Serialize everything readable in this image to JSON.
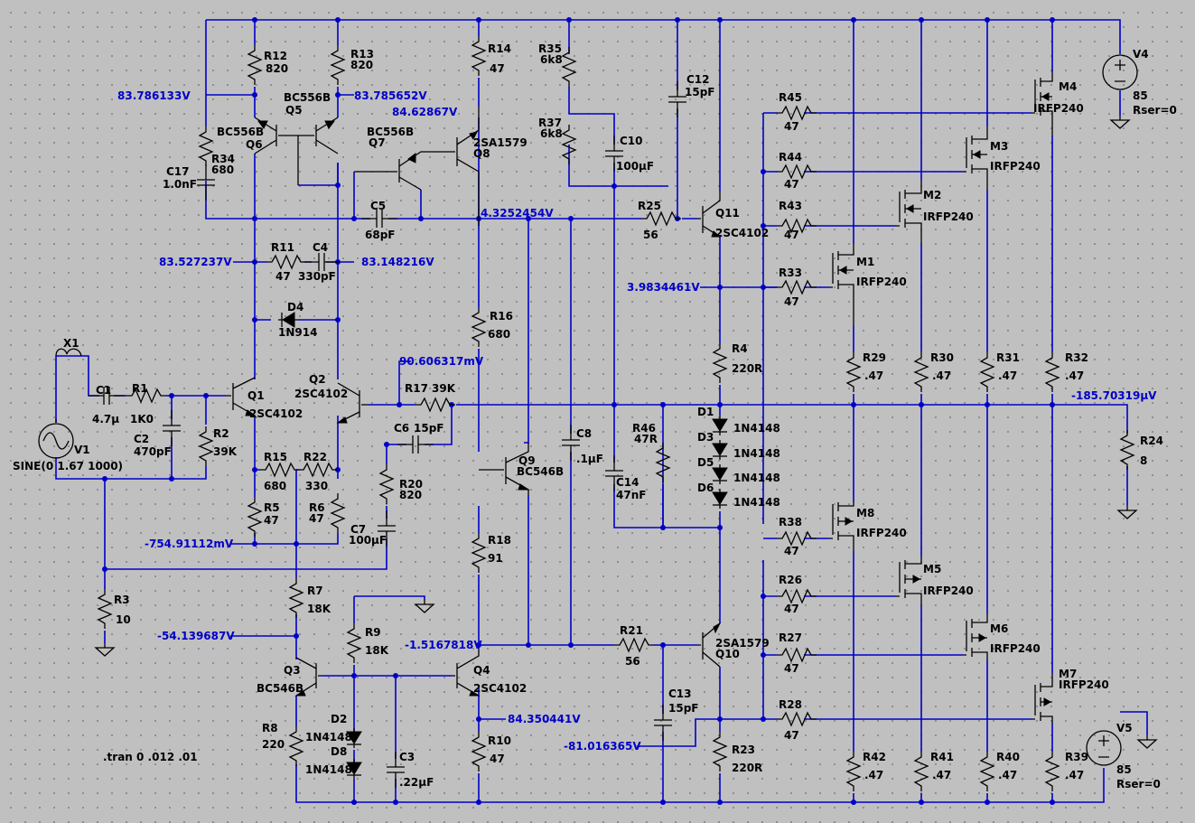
{
  "schematic": {
    "directive": ".tran 0 .012 .01",
    "supplies": [
      {
        "ref": "V4",
        "value": "85",
        "rser": "Rser=0"
      },
      {
        "ref": "V5",
        "value": "85",
        "rser": "Rser=0"
      },
      {
        "ref": "V1",
        "value": "SINE(0 1.67 1000)"
      }
    ],
    "port_label": "X1",
    "resistors": [
      {
        "ref": "R12",
        "value": "820"
      },
      {
        "ref": "R13",
        "value": "820"
      },
      {
        "ref": "R14",
        "value": "47"
      },
      {
        "ref": "R35",
        "value": "6k8"
      },
      {
        "ref": "R37",
        "value": "6k8"
      },
      {
        "ref": "R34",
        "value": "680"
      },
      {
        "ref": "R11",
        "value": "47"
      },
      {
        "ref": "R16",
        "value": "680"
      },
      {
        "ref": "R25",
        "value": "56"
      },
      {
        "ref": "R45",
        "value": "47"
      },
      {
        "ref": "R44",
        "value": "47"
      },
      {
        "ref": "R43",
        "value": "47"
      },
      {
        "ref": "R33",
        "value": "47"
      },
      {
        "ref": "R4",
        "value": "220R"
      },
      {
        "ref": "R29",
        "value": ".47"
      },
      {
        "ref": "R30",
        "value": ".47"
      },
      {
        "ref": "R31",
        "value": ".47"
      },
      {
        "ref": "R32",
        "value": ".47"
      },
      {
        "ref": "R1",
        "value": "1K0"
      },
      {
        "ref": "R2",
        "value": "39K"
      },
      {
        "ref": "R17",
        "value": "39K"
      },
      {
        "ref": "R46",
        "value": "47R"
      },
      {
        "ref": "R24",
        "value": "8"
      },
      {
        "ref": "R15",
        "value": "680"
      },
      {
        "ref": "R22",
        "value": "330"
      },
      {
        "ref": "R5",
        "value": "47"
      },
      {
        "ref": "R6",
        "value": "47"
      },
      {
        "ref": "R20",
        "value": "820"
      },
      {
        "ref": "R18",
        "value": "91"
      },
      {
        "ref": "R3",
        "value": "10"
      },
      {
        "ref": "R7",
        "value": "18K"
      },
      {
        "ref": "R9",
        "value": "18K"
      },
      {
        "ref": "R21",
        "value": "56"
      },
      {
        "ref": "R38",
        "value": "47"
      },
      {
        "ref": "R26",
        "value": "47"
      },
      {
        "ref": "R27",
        "value": "47"
      },
      {
        "ref": "R28",
        "value": "47"
      },
      {
        "ref": "R8",
        "value": "220"
      },
      {
        "ref": "R10",
        "value": "47"
      },
      {
        "ref": "R23",
        "value": "220R"
      },
      {
        "ref": "R42",
        "value": ".47"
      },
      {
        "ref": "R41",
        "value": ".47"
      },
      {
        "ref": "R40",
        "value": ".47"
      },
      {
        "ref": "R39",
        "value": ".47"
      }
    ],
    "capacitors": [
      {
        "ref": "C12",
        "value": "15pF"
      },
      {
        "ref": "C10",
        "value": "100µF"
      },
      {
        "ref": "C17",
        "value": "1.0nF"
      },
      {
        "ref": "C5",
        "value": "68pF"
      },
      {
        "ref": "C4",
        "value": "330pF"
      },
      {
        "ref": "C1",
        "value": "4.7µ"
      },
      {
        "ref": "C2",
        "value": "470pF"
      },
      {
        "ref": "C6",
        "value": "15pF"
      },
      {
        "ref": "C8",
        "value": ".1µF"
      },
      {
        "ref": "C14",
        "value": "47nF"
      },
      {
        "ref": "C7",
        "value": "100µF"
      },
      {
        "ref": "C13",
        "value": "15pF"
      },
      {
        "ref": "C3",
        "value": ".22µF"
      }
    ],
    "transistors": [
      {
        "ref": "Q5",
        "model": "BC556B"
      },
      {
        "ref": "Q6",
        "model": "BC556B"
      },
      {
        "ref": "Q7",
        "model": "BC556B"
      },
      {
        "ref": "Q8",
        "model": "2SA1579"
      },
      {
        "ref": "Q11",
        "model": "2SC4102"
      },
      {
        "ref": "Q1",
        "model": "2SC4102"
      },
      {
        "ref": "Q2",
        "model": "2SC4102"
      },
      {
        "ref": "Q9",
        "model": "BC546B"
      },
      {
        "ref": "Q3",
        "model": "BC546B"
      },
      {
        "ref": "Q4",
        "model": "2SC4102"
      },
      {
        "ref": "Q10",
        "model": "2SA1579"
      }
    ],
    "mosfets": [
      {
        "ref": "M4",
        "model": "IRFP240"
      },
      {
        "ref": "M3",
        "model": "IRFP240"
      },
      {
        "ref": "M2",
        "model": "IRFP240"
      },
      {
        "ref": "M1",
        "model": "IRFP240"
      },
      {
        "ref": "M8",
        "model": "IRFP240"
      },
      {
        "ref": "M5",
        "model": "IRFP240"
      },
      {
        "ref": "M6",
        "model": "IRFP240"
      },
      {
        "ref": "M7",
        "model": "IRFP240"
      }
    ],
    "diodes": [
      {
        "ref": "D4",
        "model": "1N914"
      },
      {
        "ref": "D1",
        "model": "1N4148"
      },
      {
        "ref": "D3",
        "model": "1N4148"
      },
      {
        "ref": "D5",
        "model": "1N4148"
      },
      {
        "ref": "D6",
        "model": "1N4148"
      },
      {
        "ref": "D2",
        "model": "1N4148"
      },
      {
        "ref": "D8",
        "model": "1N4148"
      }
    ],
    "node_voltages": [
      "83.786133V",
      "83.785652V",
      "84.62867V",
      "4.3252454V",
      "83.527237V",
      "83.148216V",
      "3.9834461V",
      "90.606317mV",
      "-185.70319µV",
      "-754.91112mV",
      "-54.139687V",
      "-1.5167818V",
      "84.350441V",
      "-81.016365V"
    ],
    "colors": {
      "wire": "#0000c8",
      "background": "#c0c0c0",
      "grid_dot": "#7e7e7e",
      "symbol": "#000000"
    }
  }
}
